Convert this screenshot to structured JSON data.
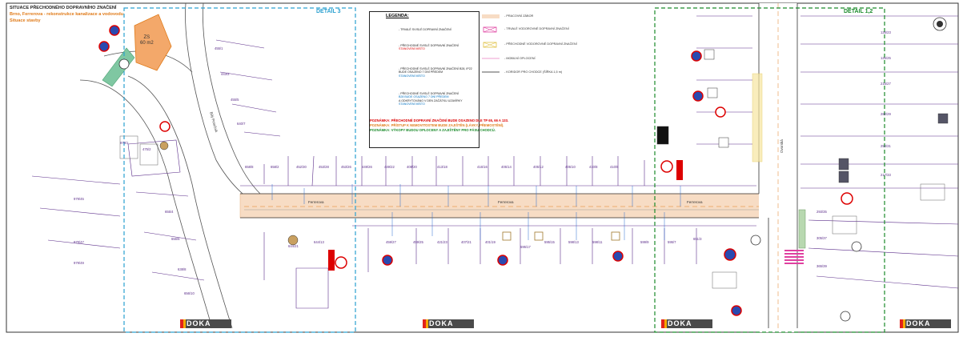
{
  "title": {
    "line1": "SITUACE PŘECHODNÉHO DOPRAVNÍHO ZNAČENÍ",
    "line2": "Brno, Ferrerova - rekonstrukce kanalizace a vodovodu",
    "line3": "Situace stavby"
  },
  "details": {
    "left": "DETAIL 3",
    "right": "DETAIL 1,2"
  },
  "legend": {
    "heading": "LEGENDA:",
    "e1": "- TRVALÉ SVISLÉ DOPRAVNÍ ZNAČENÍ",
    "e2a": "- PŘECHODNÉ SVISLÉ DOPRAVNÍ ZNAČENÍ",
    "e2b": "STANOVENÍ MÍSTO",
    "e3a": "- PŘECHODNÉ SVISLÉ DOPRAVNÍ ZNAČENÍ",
    "e3b": "B28, IP22 BUDE OSAZENO 7 DNÍ PŘEDEM",
    "e3c": "STANOVENÍ MÍSTO",
    "e4a": "- PŘECHODNÉ SVISLÉ DOPRAVNÍ ZNAČENÍ",
    "e4b": "B28 BUDE OSAZENO 7 DNÍ PŘEDEM",
    "e4c": "A ODKRYTOVÁNO V DEN ZAČÁTKU UZAVÍRKY",
    "e4d": "STANOVENÍ MÍSTO",
    "r1": "- PRACOVNÍ ZÁBOR",
    "r2": "- TRVALÉ VODOROVNÉ DOPRAVNÍ ZNAČENÍ",
    "r3": "- PŘECHODNÉ VODOROVNÉ DOPRAVNÍ ZNAČENÍ",
    "r4": "- MOBILNÍ OPLOCENÍ",
    "r5": "- KORIDOR PRO CHODCE (ŠÍŘKA 1,5 m)"
  },
  "notes": {
    "n1": "POZNÁMKA: PŘECHODNÉ DOPRAVNÍ ZNAČENÍ BUDE OSAZENO DLE TP 65, 66 A 133.",
    "n2": "POZNÁMKA: PŘÍSTUP K NEMOVITOSTEM BUDE ZAJIŠTĚN (LÁVKY, PŘEMOSTĚNÍ).",
    "n3": "POZNÁMKA: VÝKOPY BUDOU OPLOCENY A ZAJIŠTĚNY PRO PÁSU CHODCŮ."
  },
  "zs": {
    "label": "ZS",
    "area": "60 m2"
  },
  "streets": {
    "ferrerova1": "Ferrerova",
    "ferrerova2": "Ferrerova",
    "ferrerova3": "Ferrerova",
    "bily": "Bílý Potočník",
    "dvorska": "Dvorská"
  },
  "parcels_top": [
    "658/8",
    "658/2",
    "452/30",
    "453/28",
    "453/26",
    "449/26",
    "449/22",
    "408/20",
    "413/18",
    "416/16",
    "405/14",
    "405/12",
    "405/10",
    "410/8",
    "410/6"
  ],
  "parcels_bottom": [
    "644/21",
    "644/13",
    "459/27",
    "459/25",
    "421/23",
    "407/21",
    "401/19",
    "595/17",
    "595/15",
    "598/13",
    "598/11",
    "599/9",
    "595/7",
    "651/3"
  ],
  "parcels_right": [
    "126/23",
    "125/25",
    "215/27",
    "282/29",
    "254/31",
    "217/33",
    "293/35",
    "305/37",
    "365/39"
  ],
  "parcels_left": [
    "455/1",
    "443/3",
    "455/5",
    "640/7",
    "979/1",
    "475/2",
    "979/45",
    "979/47",
    "979/49",
    "655/4",
    "656/6",
    "638/8",
    "656/10"
  ],
  "brand": "DOKA"
}
